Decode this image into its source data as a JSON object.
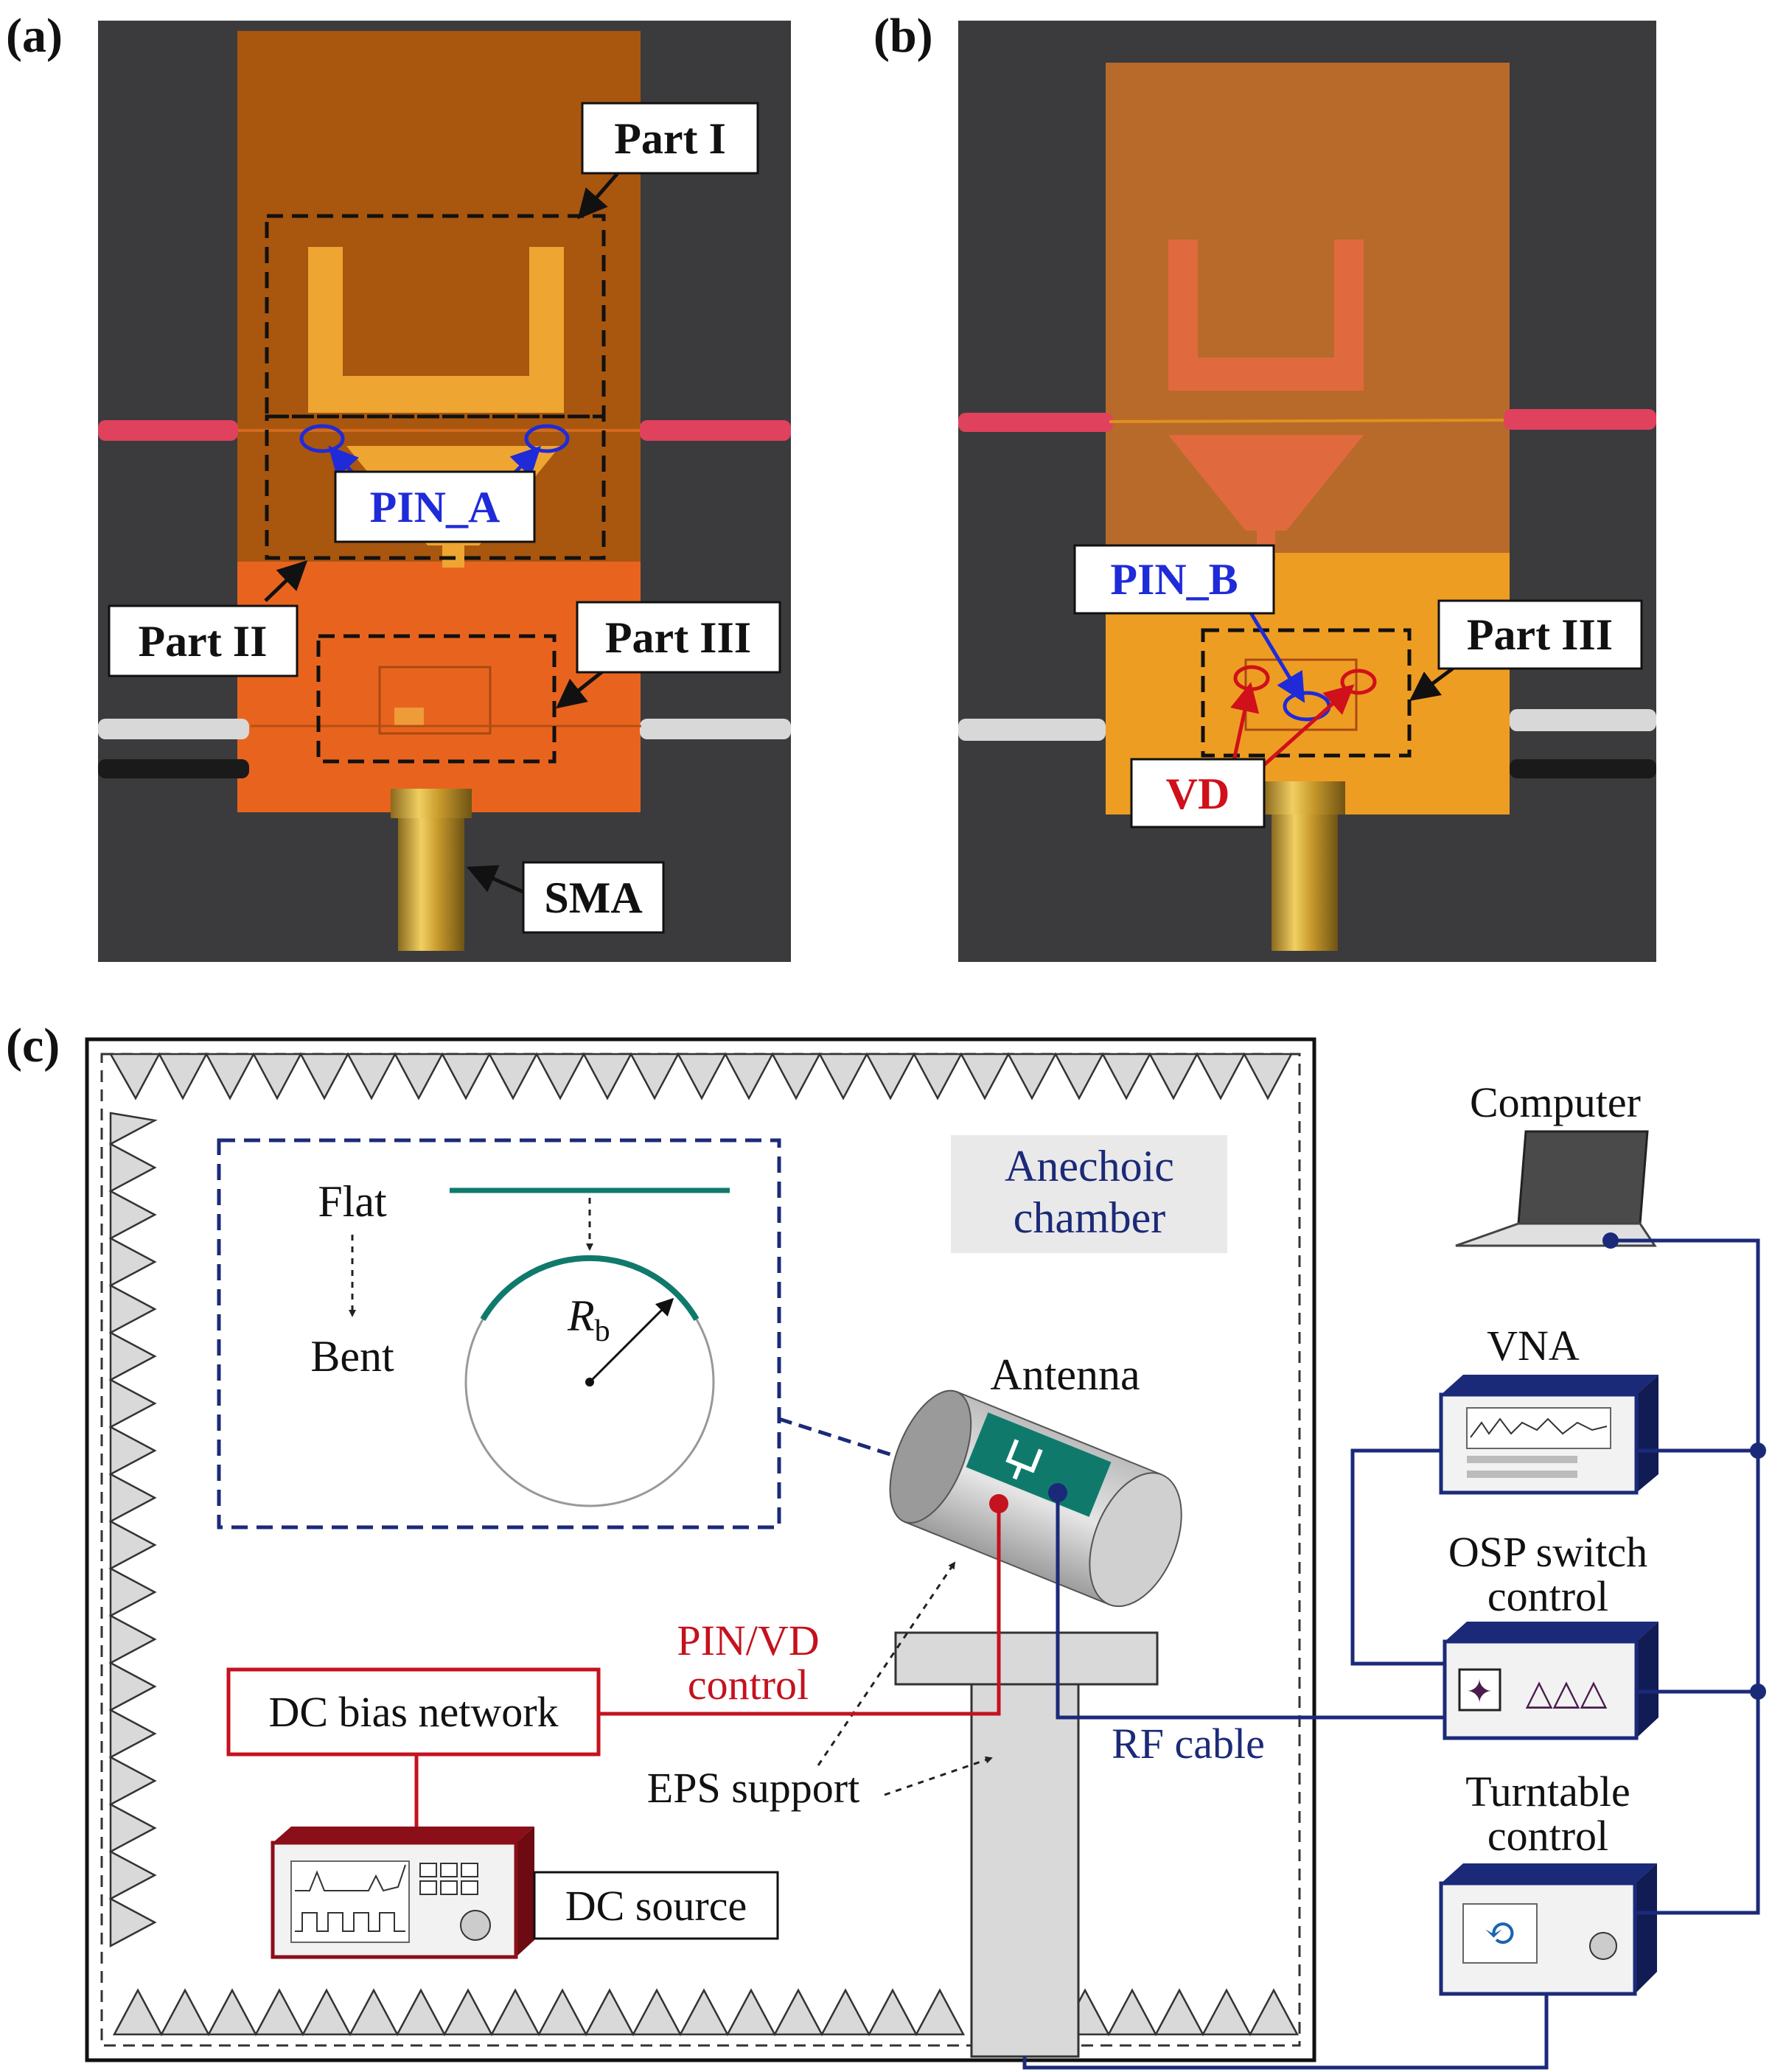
{
  "panels": {
    "a": {
      "letter": "(a)",
      "part1": "Part I",
      "part2": "Part II",
      "part3": "Part III",
      "pin": "PIN_A",
      "sma": "SMA"
    },
    "b": {
      "letter": "(b)",
      "pin": "PIN_B",
      "part3": "Part III",
      "vd": "VD"
    },
    "c": {
      "letter": "(c)",
      "chamber": [
        "Anechoic",
        "chamber"
      ],
      "flat": "Flat",
      "bent": "Bent",
      "radius_main": "R",
      "radius_sub": "b",
      "antenna": "Antenna",
      "pin_vd_control": [
        "PIN/VD",
        "control"
      ],
      "dc_bias": "DC bias network",
      "eps_support": "EPS support",
      "rf_cable": "RF cable",
      "dc_source": "DC source",
      "computer": "Computer",
      "vna": "VNA",
      "osp_switch": [
        "OSP switch",
        "control"
      ],
      "turntable": [
        "Turntable",
        "control"
      ]
    }
  },
  "colors": {
    "label_blue": "#1f2bd8",
    "label_red": "#d0101a",
    "navy": "#1b2a78",
    "dark_red": "#c4121e",
    "teal": "#0f7a6c",
    "absorber": "#d9d9d9",
    "board_orange": "#e8641e",
    "board_amber": "#d9891f",
    "board_dark": "#a9560f",
    "photo_bg": "#3b3b3d"
  }
}
